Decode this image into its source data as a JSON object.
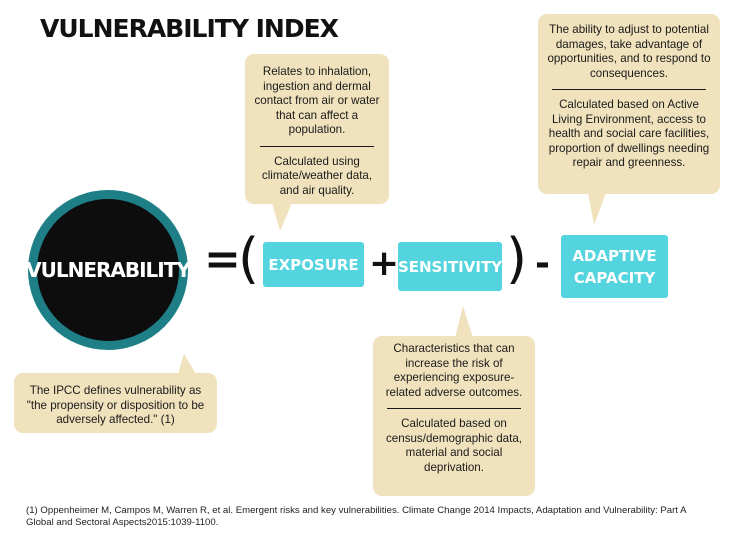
{
  "title": "VULNERABILITY INDEX",
  "nodes": {
    "vulnerability": "VULNERABILITY",
    "exposure": "EXPOSURE",
    "sensitivity": "SENSITIVITY",
    "adaptive_line1": "ADAPTIVE",
    "adaptive_line2": "CAPACITY"
  },
  "operators": {
    "equals": "=",
    "open_paren": "(",
    "plus": "+",
    "close_paren": ")",
    "minus": "-"
  },
  "callouts": {
    "exposure": {
      "description": "Relates to inhalation, ingestion and dermal contact from air or water that can affect a population.",
      "calculation": "Calculated using climate/weather data, and air quality."
    },
    "adaptive": {
      "description": "The ability to adjust to potential damages, take advantage of opportunities, and to respond to consequences.",
      "calculation": "Calculated based on Active Living Environment, access to health and social care facilities, proportion of dwellings needing repair and greenness."
    },
    "sensitivity": {
      "description": "Characteristics that can increase the risk of experiencing exposure-related adverse outcomes.",
      "calculation": "Calculated based on census/demographic data, material and social deprivation."
    },
    "definition": {
      "text": "The IPCC defines vulnerability as \"the propensity or disposition to be adversely affected.\" (1)"
    }
  },
  "footnote": "(1) Oppenheimer M, Campos M, Warren R, et al. Emergent risks and key vulnerabilities. Climate Change 2014 Impacts, Adaptation and Vulnerability: Part A Global and Sectoral Aspects2015:1039-1100.",
  "colors": {
    "callout_bg": "#efe2bd",
    "box_bg": "#54d4de",
    "ring": "#1e7f86",
    "circle_bg": "#0d0d0d"
  }
}
